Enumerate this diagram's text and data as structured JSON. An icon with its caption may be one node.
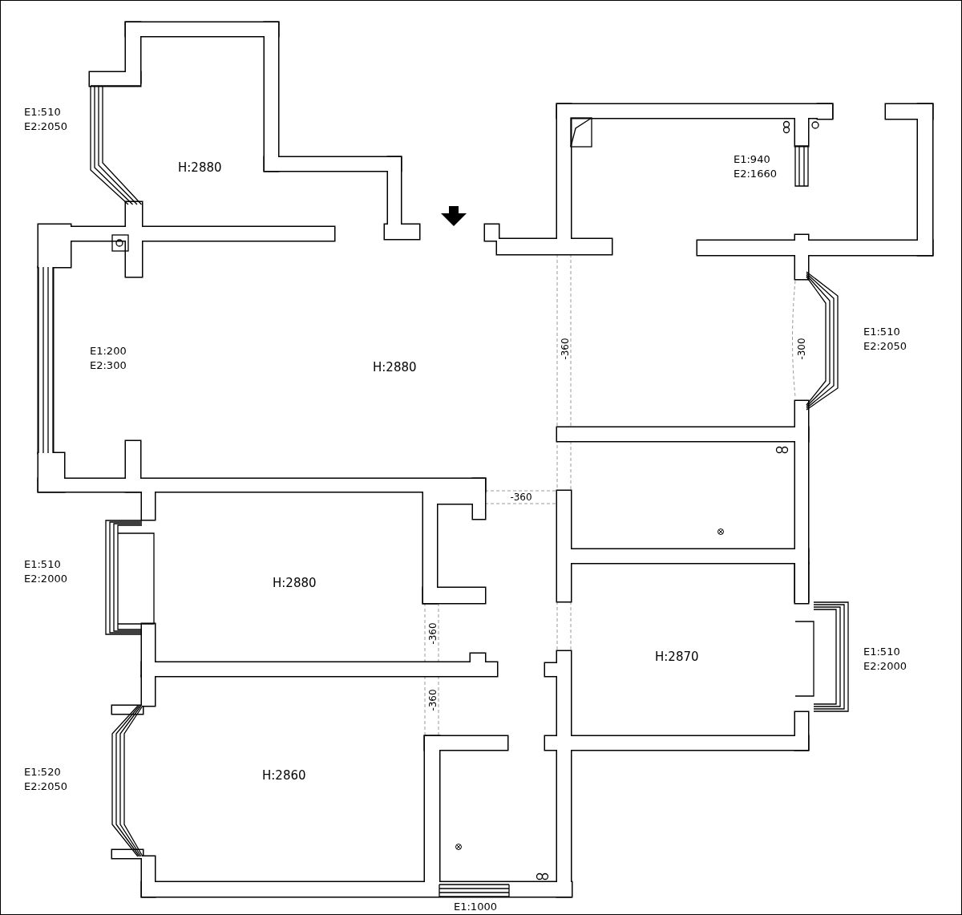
{
  "diagram": {
    "labels": [
      "E1:510",
      "E2:2050",
      "H:2880",
      "E1:940",
      "E2:1660",
      "E1:200",
      "E2:300",
      "H:2880",
      "-360",
      "-300",
      "E1:510",
      "E2:2050",
      "-360",
      "E1:510",
      "E2:2000",
      "H:2880",
      "-360",
      "H:2870",
      "E1:510",
      "E2:2000",
      "-360",
      "E1:520",
      "E2:2050",
      "H:2860",
      "E1:1000"
    ]
  }
}
